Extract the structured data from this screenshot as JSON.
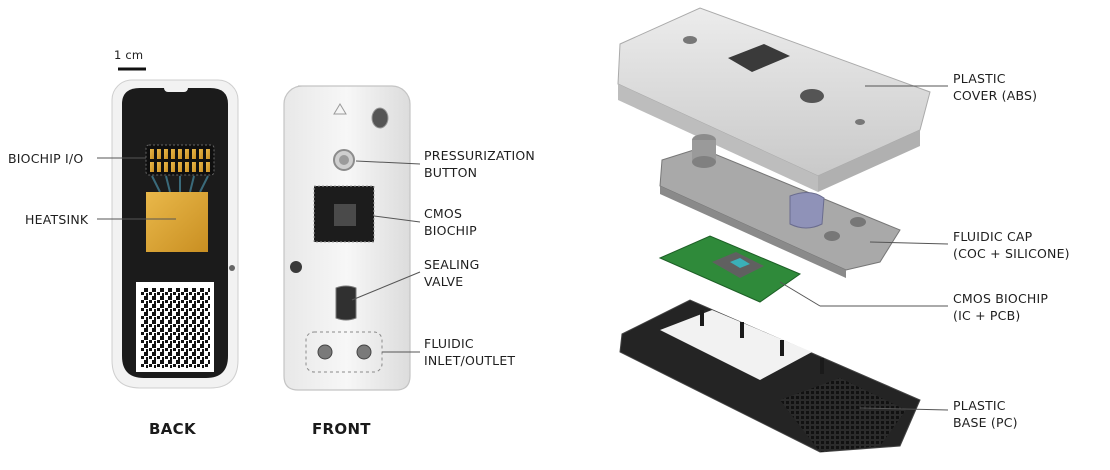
{
  "scale_bar": {
    "label": "1 cm"
  },
  "views": {
    "back": "BACK",
    "front": "FRONT"
  },
  "back_labels": {
    "biochip_io": "BIOCHIP I/O",
    "heatsink": "HEATSINK"
  },
  "front_labels": {
    "pressurization": "PRESSURIZATION\nBUTTON",
    "cmos": "CMOS\nBIOCHIP",
    "sealing": "SEALING\nVALVE",
    "fluidic": "FLUIDIC\nINLET/OUTLET"
  },
  "exploded_labels": {
    "cover": "PLASTIC\nCOVER (ABS)",
    "cap": "FLUIDIC CAP\n(COC + SILICONE)",
    "chip": "CMOS BIOCHIP\n(IC + PCB)",
    "base": "PLASTIC\nBASE (PC)"
  }
}
